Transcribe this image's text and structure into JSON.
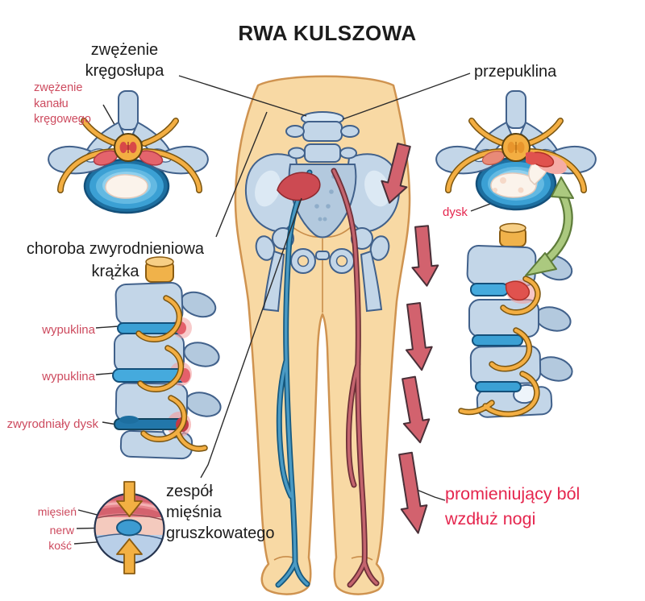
{
  "title": "RWA KULSZOWA",
  "labels": {
    "stenosis_heading": "zwężenie\nkręgosłupa",
    "stenosis_sub": "zwężenie\nkanału\nkręgowego",
    "hernia": "przepuklina",
    "disc": "dysk",
    "degeneration_heading": "choroba zwyrodnieniowa\nkrążka",
    "bulge_1": "wypuklina",
    "bulge_2": "wypuklina",
    "degenerated_disc": "zwyrodniały dysk",
    "muscle": "mięsień",
    "nerve": "nerw",
    "bone": "kość",
    "piriformis_heading": "zespół\nmięśnia\ngruszkowatego",
    "pain": "promieniujący ból\nwzdłuż nogi"
  },
  "icons": {
    "body": "body-legs-sciatic-nerve-illustration",
    "stenosis_view": "vertebra-cross-section-stenosis-illustration",
    "hernia_view": "vertebra-cross-section-hernia-illustration",
    "degenerative_spine": "spine-side-degeneration-illustration",
    "hernia_spine": "spine-side-hernia-illustration",
    "piriformis_circle": "piriformis-compression-circle-illustration",
    "pain_arrows": "pain-direction-down-arrows",
    "link_arrow": "hernia-location-double-arrow"
  },
  "colors": {
    "text_black": "#1c1c1c",
    "label_red_bright": "#e5264e",
    "label_red_muted": "#cd4a5e",
    "body_skin": "#f8d9a4",
    "bone_blue": "#c3d6e8",
    "disc_blue": "#45aadd",
    "nerve_yellow": "#f3ae42",
    "inflamed_red": "#e0524e",
    "arrow_red": "#d2626e",
    "arrow_green": "#abc97f",
    "leg_nerve_blue": "#4a9ac4",
    "leg_nerve_red": "#c4646e"
  }
}
